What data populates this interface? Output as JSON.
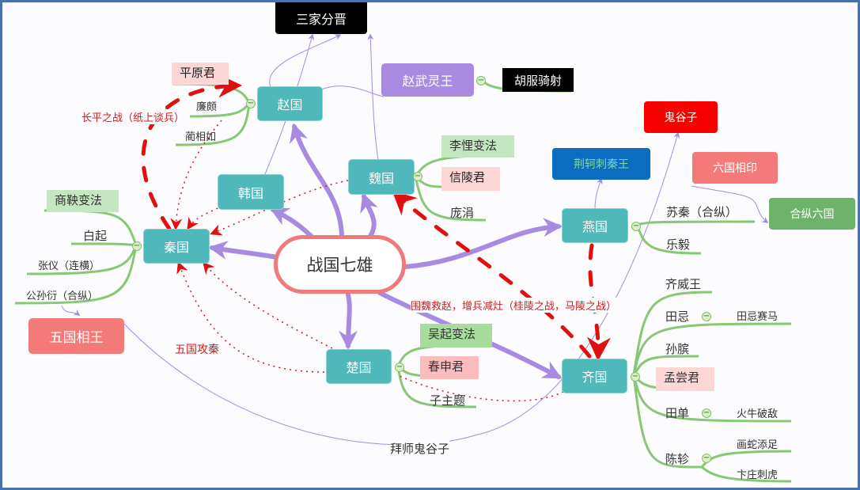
{
  "central": {
    "label": "战国七雄"
  },
  "top_events": {
    "sanjia": "三家分晋",
    "zhaowuling": "赵武灵王",
    "hufu": "胡服骑射",
    "guiguzi": "鬼谷子",
    "jingke": "荆轲刺秦王",
    "liuguo_xiangyin": "六国相印",
    "hezong_liuguo": "合纵六国",
    "wuguo_xiangwang": "五国相王"
  },
  "countries": {
    "zhao": {
      "label": "赵国",
      "children": [
        "平原君",
        "廉颇",
        "蔺相如"
      ]
    },
    "han": {
      "label": "韩国"
    },
    "wei": {
      "label": "魏国",
      "children": [
        "李悝变法",
        "信陵君",
        "庞涓"
      ]
    },
    "qin": {
      "label": "秦国",
      "children": [
        "商鞅变法",
        "白起",
        "张仪（连横）",
        "公孙衍（合纵）"
      ]
    },
    "yan": {
      "label": "燕国",
      "children": [
        "苏秦（合纵）",
        "乐毅"
      ]
    },
    "chu": {
      "label": "楚国",
      "children": [
        "吴起变法",
        "春申君",
        "子主题"
      ]
    },
    "qi": {
      "label": "齐国",
      "children": [
        "齐威王",
        "田忌",
        "孙膑",
        "孟尝君",
        "田单",
        "陈轸"
      ],
      "grandchildren": {
        "tianji": "田忌赛马",
        "tiandan": "火牛破敌",
        "chenzhen_1": "画蛇添足",
        "chenzhen_2": "卞庄刺虎"
      }
    }
  },
  "relations": {
    "changping": "长平之战（纸上谈兵）",
    "wuguo_gongqin": "五国攻秦",
    "weiwei_jiuzhao": "围魏救赵，增兵减灶（桂陵之战，马陵之战）",
    "baishi": "拜师鬼谷子"
  },
  "collapse_symbol": "−",
  "colors": {
    "country": "#4fb8bb",
    "central_border": "#ef7a7a",
    "main_arrow": "#a88be0",
    "branch": "#86c874",
    "relation_red": "#e01010",
    "highlight_green": "#c4e6c0",
    "highlight_pink": "#fdd6d6"
  }
}
